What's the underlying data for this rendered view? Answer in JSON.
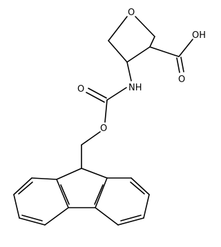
{
  "atom_labels": {
    "ring_oxygen": "O",
    "hydroxyl": "OH",
    "carbonyl_oxygen_acid": "O",
    "amine": "NH",
    "carbonyl_oxygen_carbamate": "O",
    "ester_oxygen": "O"
  }
}
